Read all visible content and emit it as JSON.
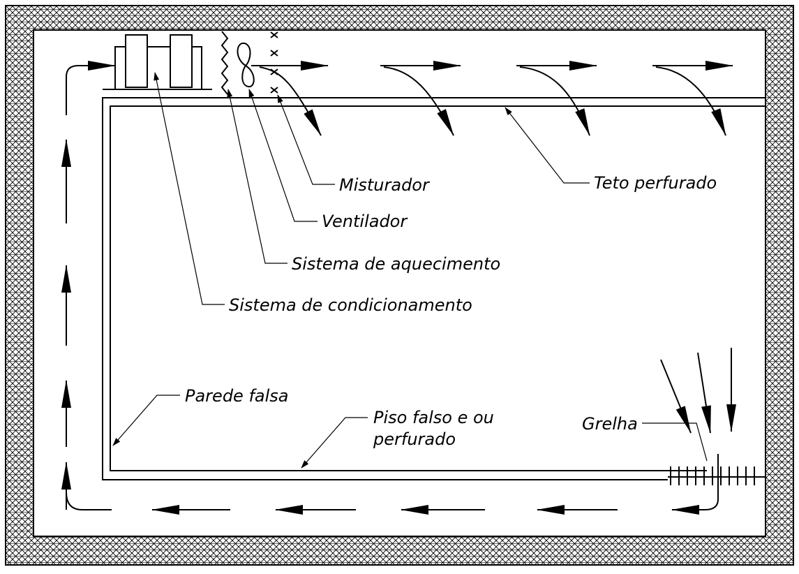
{
  "labels": {
    "misturador": "Misturador",
    "ventilador": "Ventilador",
    "sistema_aquecimento": "Sistema de aquecimento",
    "sistema_condicionamento": "Sistema de condicionamento",
    "teto_perfurado": "Teto perfurado",
    "parede_falsa": "Parede falsa",
    "piso_falso_line1": "Piso falso e ou",
    "piso_falso_line2": "perfurado",
    "grelha": "Grelha"
  },
  "colors": {
    "line": "#000000",
    "hatch": "#000000",
    "background": "#ffffff"
  }
}
